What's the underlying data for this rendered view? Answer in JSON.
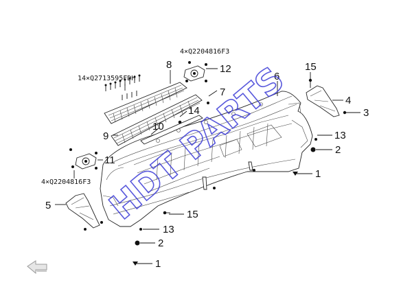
{
  "watermark": "HDT PARTS",
  "spec_labels": {
    "clip_qty_upper": "4×Q2204816F3",
    "screw_qty": "14×Q2713595FDH",
    "clip_qty_lower": "4×Q2204816F3"
  },
  "callouts": {
    "c1_lower": "1",
    "c1_right": "1",
    "c2_lower": "2",
    "c2_right": "2",
    "c3": "3",
    "c4": "4",
    "c5": "5",
    "c6": "6",
    "c7": "7",
    "c8": "8",
    "c9": "9",
    "c10": "10",
    "c11": "11",
    "c12": "12",
    "c13_right": "13",
    "c13_lower": "13",
    "c14": "14",
    "c15_top": "15",
    "c15_lower": "15"
  },
  "icons": {
    "nav": "back-arrow-icon"
  }
}
